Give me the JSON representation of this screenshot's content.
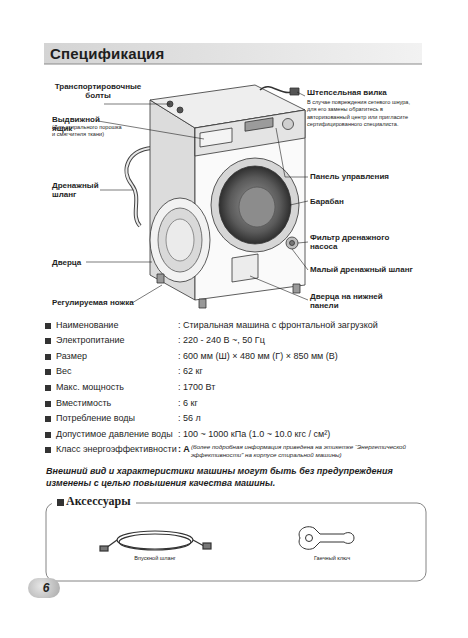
{
  "diagram": {
    "title": "Спецификация",
    "nodes": [
      {
        "text": [
          "Аксессуары",
          "Впускной шланг",
          "Гаечный ключ"
        ]
      },
      {
        "text": [
          "6"
        ]
      }
    ],
    "labels": [
      "Транспортировочные болты",
      "Выдвижной ящик",
      "(Для стирального порошка и смягчителя ткани)",
      "Дренажный шланг",
      "Дверца",
      "Регулируемая ножка",
      "Штепсельная вилка",
      "В случае повреждения сетевого шнура, для его замены обратитесь в авторизованный центр или пригласите сертифицированного специалиста.",
      "Панель управления",
      "Барабан",
      "Фильтр дренажного насоса",
      "Малый дренажный шланг",
      "Дверца на нижней панели",
      "Наименование",
      ": Стиральная машина с фронтальной загрузкой",
      "Электропитание",
      ": 220 - 240 В ~, 50 Гц",
      "Размер",
      ": 600 мм (Ш) × 480 мм (Г) × 850 мм (В)",
      "Вес",
      ": 62 кг",
      "Макс. мощность",
      ": 1700 Вт",
      "Вместимость",
      ": 6 кг",
      "Потребление воды",
      ": 56 л",
      "Допустимое давление воды",
      ": 100 ~ 1000 кПа (1.0 ~ 10.0 кгс / см²)",
      "Класс энергоэффективности",
      ": A",
      "(более подробная информация приведена на этикетке “Энергетической эффективности” на корпусе стиральной машины)",
      "Внешний вид и характеристики машины могут быть без предупреждения изменены с целью повышения качества машины."
    ]
  }
}
